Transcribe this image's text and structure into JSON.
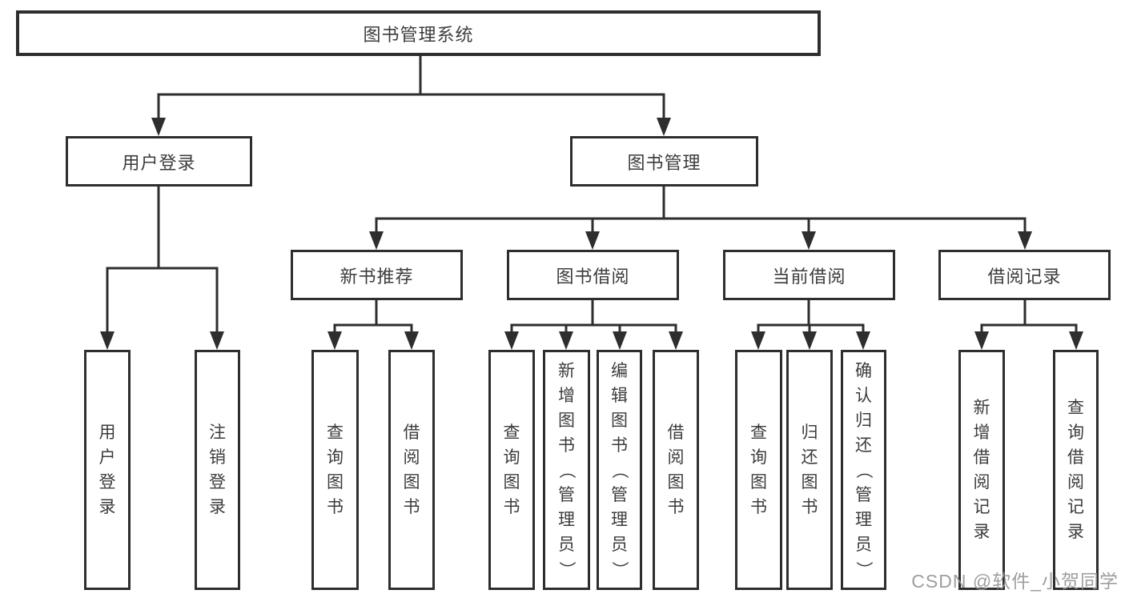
{
  "diagram": {
    "root": {
      "label": "图书管理系统"
    },
    "login": {
      "label": "用户登录",
      "children": [
        {
          "label": "用户登录"
        },
        {
          "label": "注销登录"
        }
      ]
    },
    "manage": {
      "label": "图书管理",
      "groups": [
        {
          "label": "新书推荐",
          "children": [
            {
              "label": "查询图书"
            },
            {
              "label": "借阅图书"
            }
          ]
        },
        {
          "label": "图书借阅",
          "children": [
            {
              "label": "查询图书"
            },
            {
              "label": "新增图书（管理员）"
            },
            {
              "label": "编辑图书（管理员）"
            },
            {
              "label": "借阅图书"
            }
          ]
        },
        {
          "label": "当前借阅",
          "children": [
            {
              "label": "查询图书"
            },
            {
              "label": "归还图书"
            },
            {
              "label": "确认归还（管理员）"
            }
          ]
        },
        {
          "label": "借阅记录",
          "children": [
            {
              "label": "新增借阅记录"
            },
            {
              "label": "查询借阅记录"
            }
          ]
        }
      ]
    }
  },
  "watermark": {
    "text": "CSDN @软件_小贺同学"
  },
  "colors": {
    "line": "#2e2e2e",
    "text": "#3c3c3c",
    "watermark": "#949494",
    "background": "#ffffff"
  }
}
